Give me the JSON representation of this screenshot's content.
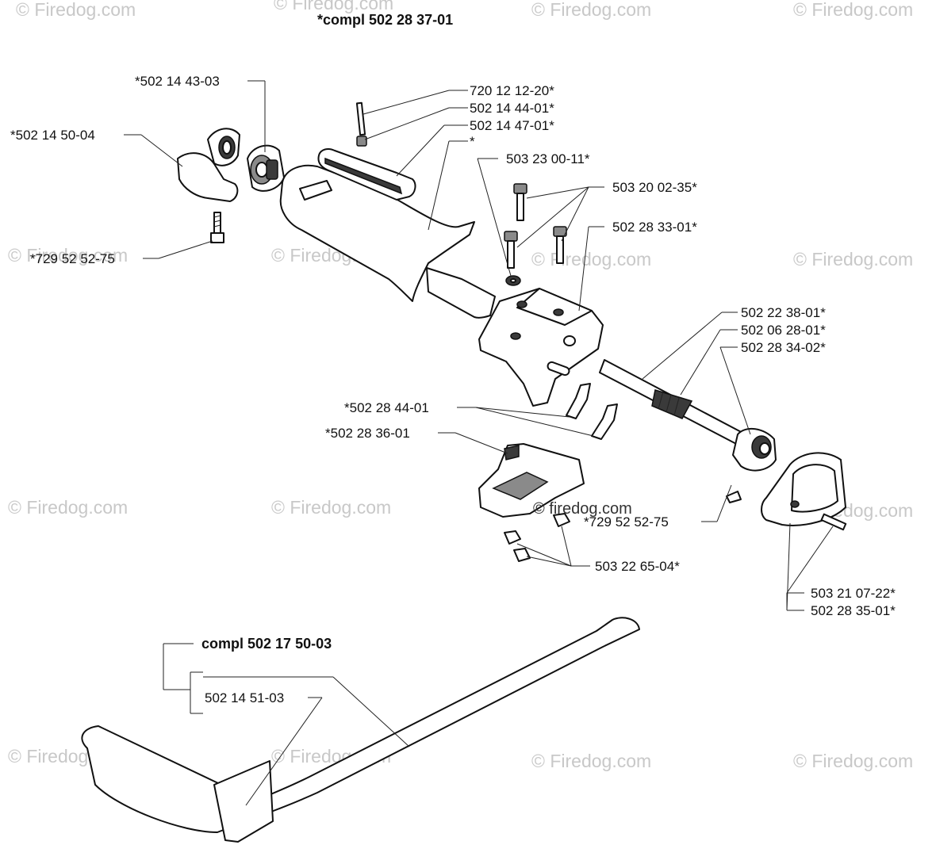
{
  "watermark": "© Firedog.com",
  "center_watermark": "© firedog.com",
  "assemblies": {
    "upper": "*compl 502 28 37-01",
    "lower": "compl 502 17 50-03"
  },
  "labels": {
    "p_502_14_43_03": "*502 14 43-03",
    "p_502_14_50_04": "*502 14 50-04",
    "p_729_52_52_75_a": "*729 52 52-75",
    "p_720_12_12_20": "720 12 12-20*",
    "p_502_14_44_01": "502 14 44-01*",
    "p_502_14_47_01": "502 14 47-01*",
    "p_star": "*",
    "p_503_23_00_11": "503 23 00-11*",
    "p_503_20_02_35": "503 20 02-35*",
    "p_502_28_33_01": "502 28 33-01*",
    "p_502_22_38_01": "502 22 38-01*",
    "p_502_06_28_01": "502 06 28-01*",
    "p_502_28_34_02": "502 28 34-02*",
    "p_502_28_44_01": "*502 28 44-01",
    "p_502_28_36_01": "*502 28 36-01",
    "p_729_52_52_75_b": "*729 52 52-75",
    "p_503_22_65_04": "503 22 65-04*",
    "p_503_21_07_22": "503 21 07-22*",
    "p_502_28_35_01": "502 28 35-01*",
    "p_502_14_51_03": "502 14 51-03"
  }
}
